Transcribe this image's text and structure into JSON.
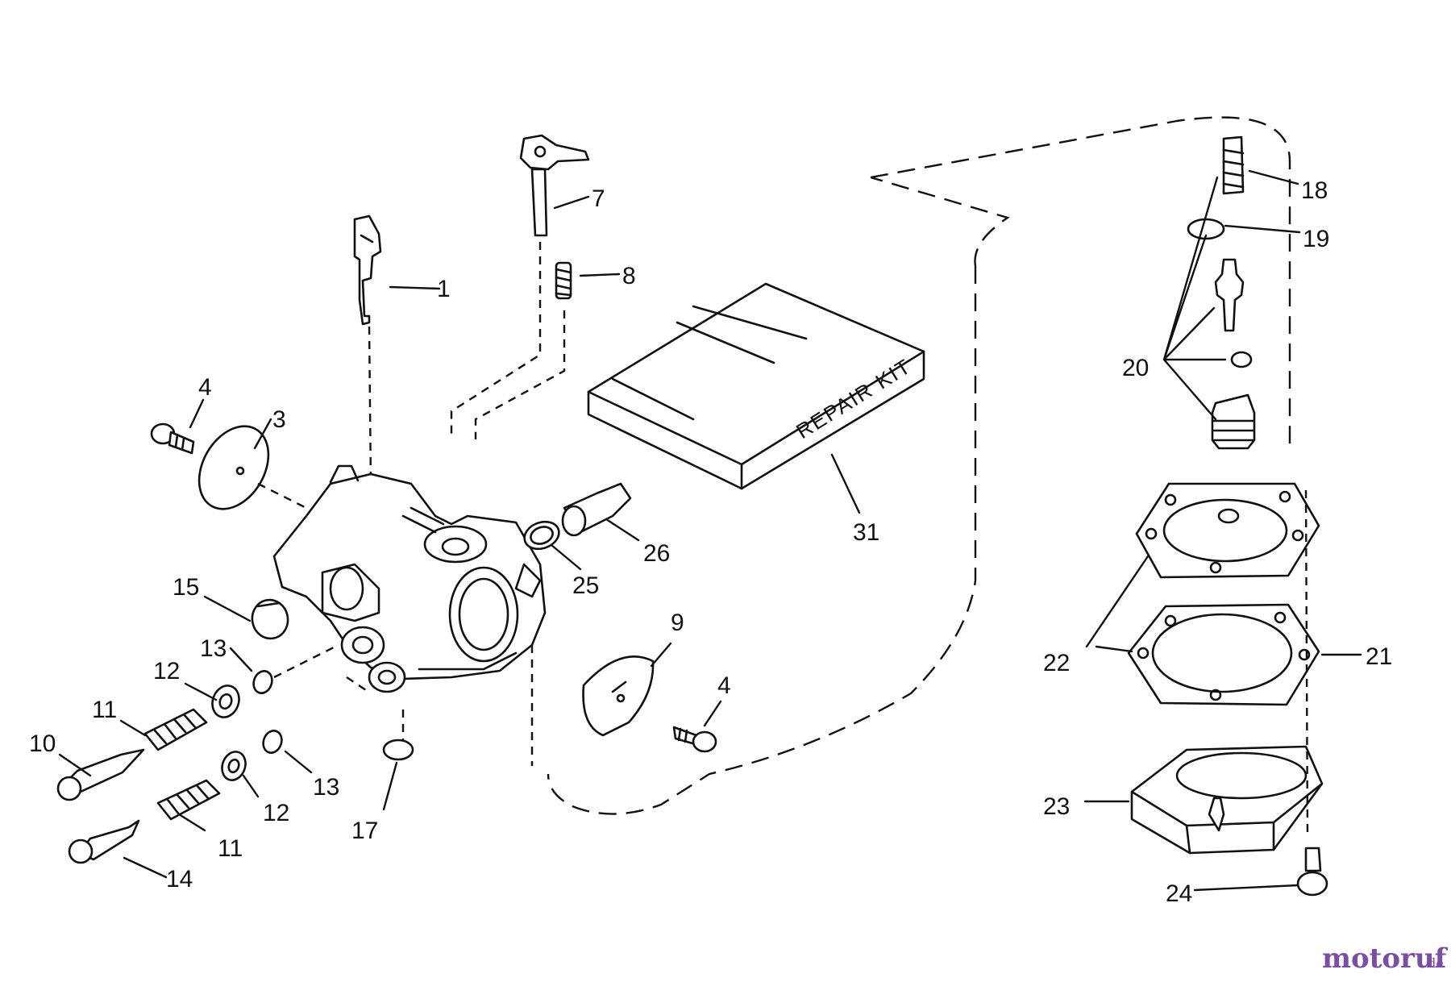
{
  "diagram": {
    "kit_label": "REPAIR KIT",
    "watermark": {
      "name": "motoruf",
      "tld": ".de",
      "brand_color": "#7a4fa3",
      "accent_color": "#f0a030"
    },
    "callouts": {
      "c1": "1",
      "c3": "3",
      "c4a": "4",
      "c4b": "4",
      "c7": "7",
      "c8": "8",
      "c9": "9",
      "c10": "10",
      "c11a": "11",
      "c11b": "11",
      "c12a": "12",
      "c12b": "12",
      "c13a": "13",
      "c13b": "13",
      "c14": "14",
      "c15": "15",
      "c17": "17",
      "c18": "18",
      "c19": "19",
      "c20": "20",
      "c21": "21",
      "c22": "22",
      "c23": "23",
      "c24": "24",
      "c25": "25",
      "c26": "26",
      "c31": "31"
    }
  }
}
